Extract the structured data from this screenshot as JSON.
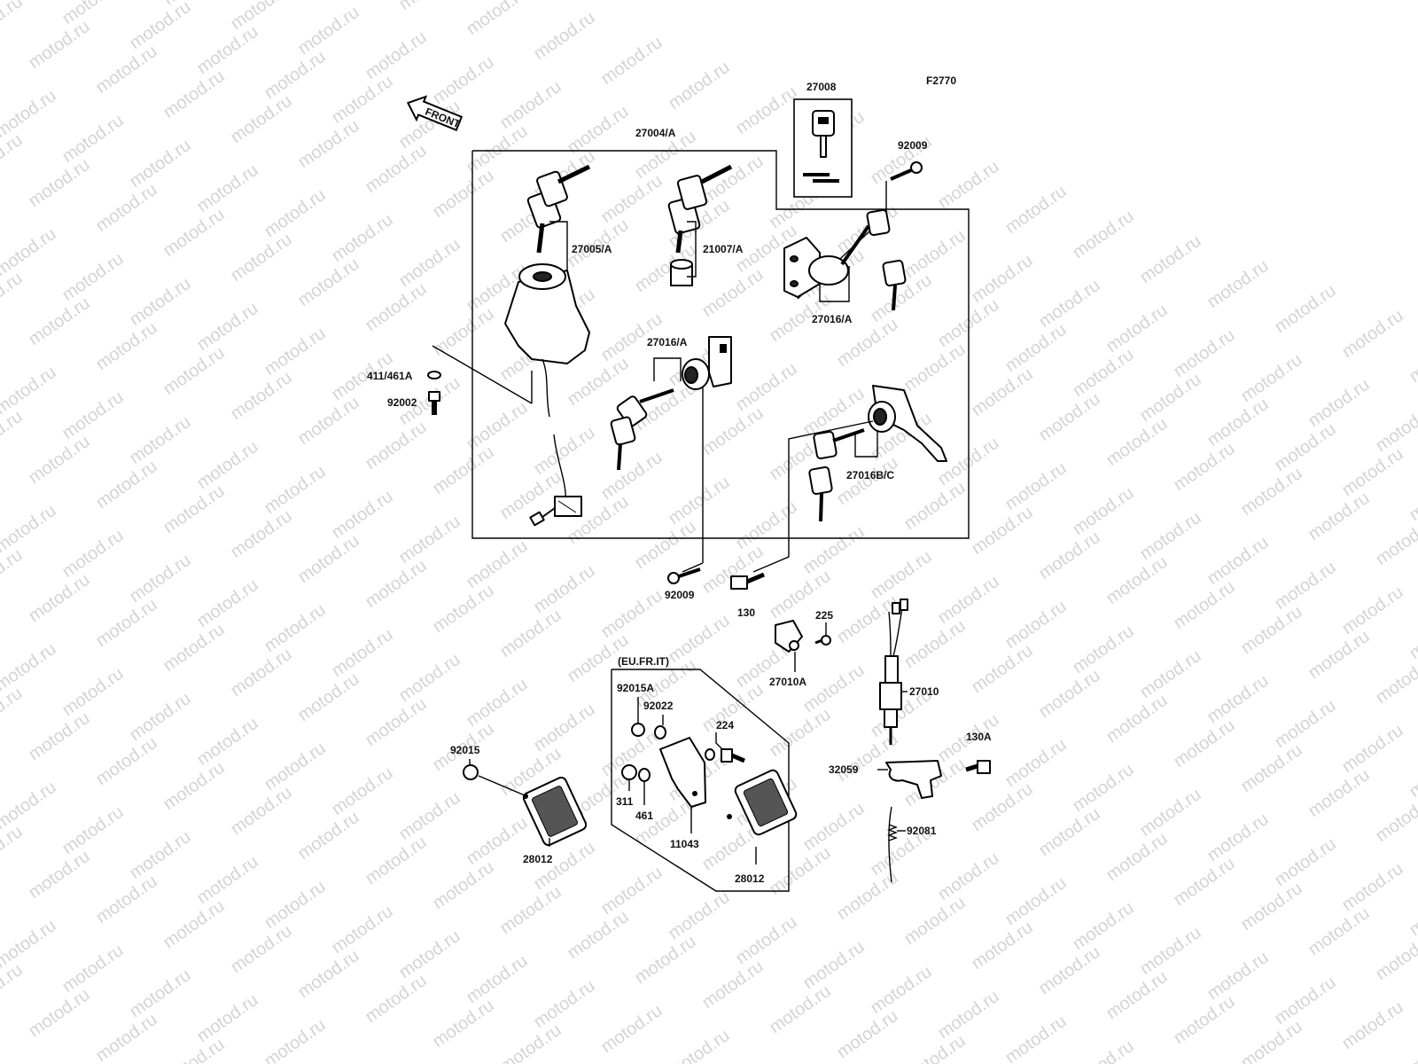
{
  "watermark": "motod.ru",
  "figure_code": "F2770",
  "front_arrow_label": "FRONT",
  "labels": {
    "p27008": "27008",
    "p27004A": "27004/A",
    "p92009_top": "92009",
    "p27005A": "27005/A",
    "p21007A": "21007/A",
    "p27016A_right": "27016/A",
    "p27016A_center": "27016/A",
    "p411_461A": "411/461A",
    "p92002": "92002",
    "p27016BC": "27016B/C",
    "p92009_bottom": "92009",
    "p130": "130",
    "p225": "225",
    "p27010A": "27010A",
    "p27010": "27010",
    "pEUFRIT": "(EU.FR.IT)",
    "p92015A": "92015A",
    "p92022": "92022",
    "p224": "224",
    "p92015": "92015",
    "p311": "311",
    "p461": "461",
    "p11043": "11043",
    "p28012_left": "28012",
    "p28012_right": "28012",
    "p32059": "32059",
    "p130A": "130A",
    "p92081": "92081"
  },
  "colors": {
    "ink": "#000000",
    "watermark": "#d4d4d4",
    "background": "#ffffff"
  }
}
